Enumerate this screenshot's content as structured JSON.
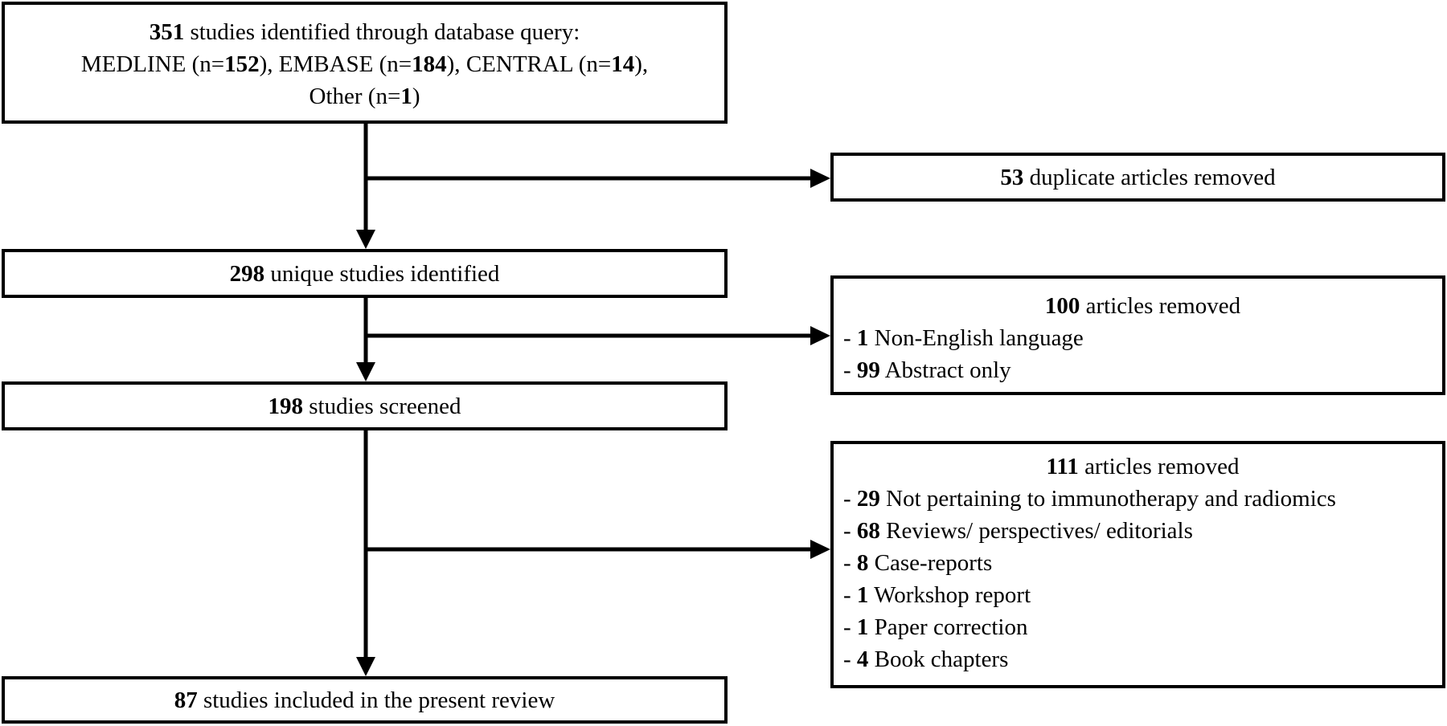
{
  "identified": {
    "count": "351",
    "text": " studies identified through database query:",
    "sources": [
      {
        "label": "MEDLINE (n=",
        "value": "152",
        "suffix": "), "
      },
      {
        "label": "EMBASE (n=",
        "value": "184",
        "suffix": "), "
      },
      {
        "label": "CENTRAL (n=",
        "value": "14",
        "suffix": "),"
      }
    ],
    "other": {
      "label": "Other (n=",
      "value": "1",
      "suffix": ")"
    }
  },
  "duplicates": {
    "count": "53",
    "text": " duplicate articles removed"
  },
  "unique": {
    "count": "298",
    "text": " unique studies identified"
  },
  "removed_first": {
    "count": "100",
    "text": " articles removed",
    "items": [
      {
        "count": "1",
        "text": " Non-English language"
      },
      {
        "count": "99",
        "text": " Abstract only"
      }
    ]
  },
  "screened": {
    "count": "198",
    "text": " studies screened"
  },
  "removed_second": {
    "count": "111",
    "text": " articles removed",
    "items": [
      {
        "count": "29",
        "text": " Not pertaining to immunotherapy and radiomics"
      },
      {
        "count": "68",
        "text": " Reviews/ perspectives/ editorials"
      },
      {
        "count": "8",
        "text": " Case-reports"
      },
      {
        "count": "1",
        "text": " Workshop report"
      },
      {
        "count": "1",
        "text": " Paper correction"
      },
      {
        "count": "4",
        "text": " Book chapters"
      }
    ]
  },
  "included": {
    "count": "87",
    "text": " studies included in the present review"
  },
  "list_prefix": "- "
}
